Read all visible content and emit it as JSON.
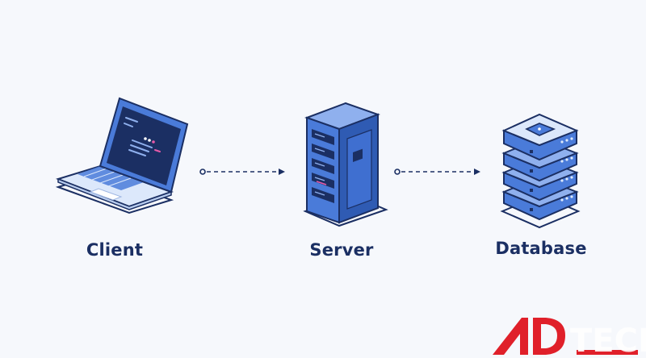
{
  "nodes": {
    "client": {
      "label": "Client",
      "icon": "laptop-icon"
    },
    "server": {
      "label": "Server",
      "icon": "server-rack-icon"
    },
    "database": {
      "label": "Database",
      "icon": "database-stack-icon"
    }
  },
  "connectors": [
    {
      "from": "client",
      "to": "server",
      "style": "dashed-arrow"
    },
    {
      "from": "server",
      "to": "database",
      "style": "dashed-arrow"
    }
  ],
  "watermark": {
    "text": "ADTECH",
    "color": "#e0202a"
  },
  "colors": {
    "navy": "#1b2f63",
    "blue": "#4a7bd9",
    "light_blue": "#dce8fb",
    "background": "#f6f8fc"
  }
}
